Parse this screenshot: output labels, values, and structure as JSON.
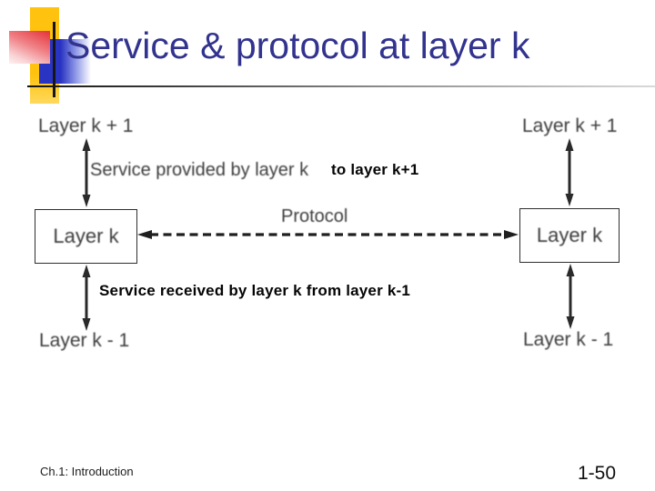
{
  "slide": {
    "title": "Service & protocol at layer k",
    "footer": {
      "left": "Ch.1: Introduction",
      "right": "1-50"
    },
    "colors": {
      "title_text": "#32338e",
      "figure_text": "#3d3d3d",
      "overlay_text": "#050505",
      "logo_yellow": "#ffc20e",
      "logo_blue": "#2a34c2",
      "logo_red": "#e63a41"
    }
  },
  "diagram": {
    "layers": {
      "top_left": "Layer k + 1",
      "top_right": "Layer k + 1",
      "bottom_left": "Layer k - 1",
      "bottom_right": "Layer k - 1",
      "box_left": "Layer k",
      "box_right": "Layer k"
    },
    "captions": {
      "service_provided": "Service provided by layer k",
      "service_provided_suffix": "to layer k+1",
      "protocol": "Protocol",
      "service_received": "Service received by layer k from layer k-1"
    }
  }
}
